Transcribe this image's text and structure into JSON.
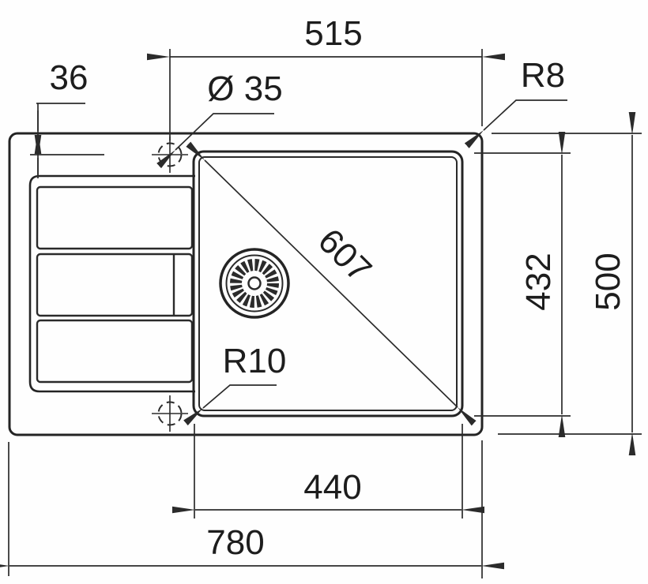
{
  "drawing": {
    "type": "sink-installation-technical-drawing",
    "units": "mm",
    "background_color": "#ffffff",
    "line_color": "#242424",
    "dimensions": {
      "top_width": "515",
      "tap_hole_offset": "36",
      "tap_hole_diameter": "Ø 35",
      "sink_corner_radius": "R8",
      "bowl_diagonal": "607",
      "bowl_depth": "432",
      "overall_depth": "500",
      "bowl_corner_radius": "R10",
      "bowl_width": "440",
      "overall_width": "780"
    }
  }
}
